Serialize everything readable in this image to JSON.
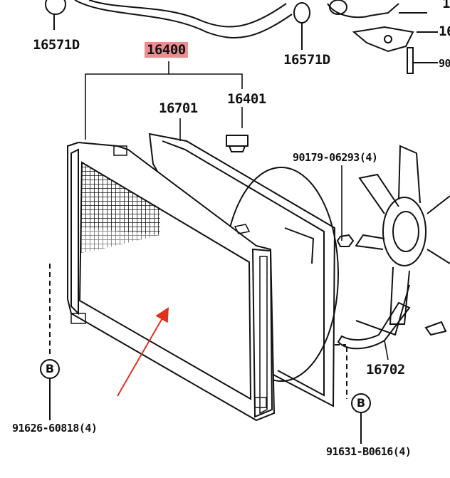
{
  "parts": {
    "hose_clamp_left": "16571D",
    "hose_clamp_right": "16571D",
    "radiator_assy": "16400",
    "radiator_cap": "16401",
    "fan_shroud": "16701",
    "fan_shroud_lower": "16702",
    "nut": "90179-06293(4)",
    "bolt_left": "91626-60818(4)",
    "bolt_right": "91631-B0616(4)",
    "clipped_top_right": "1",
    "clipped_mid_right": "16",
    "clipped_small_right": "90"
  },
  "markers": {
    "left": "B",
    "right": "B"
  },
  "colors": {
    "line": "#111111",
    "highlight": "#e98f8f",
    "arrow": "#e0321e"
  }
}
